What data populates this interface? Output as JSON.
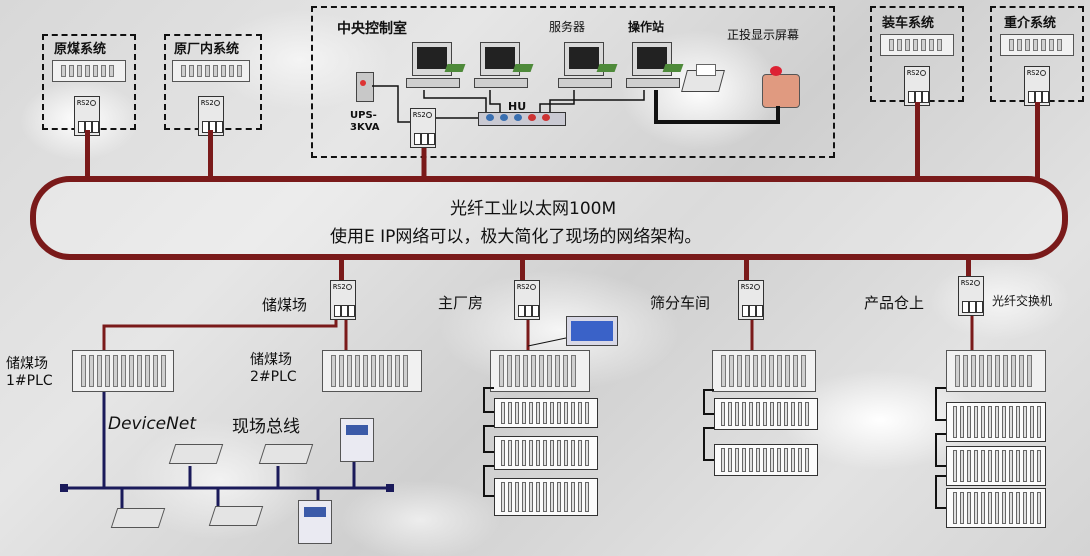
{
  "control_room": {
    "title": "中央控制室",
    "server_label": "服务器",
    "station_label": "操作站",
    "display_label": "正投显示屏幕",
    "ups_label": "UPS-\n3KVA",
    "hub_label": "HU"
  },
  "top_systems": [
    {
      "label": "原煤系统"
    },
    {
      "label": "原厂内系统"
    },
    {
      "label": "装车系统"
    },
    {
      "label": "重介系统"
    }
  ],
  "switch_label": "RS2",
  "backbone": {
    "line1": "光纤工业以太网100M",
    "line2": "使用E IP网络可以，极大简化了现场的网络架构。"
  },
  "sites": [
    {
      "label": "储煤场"
    },
    {
      "label": "主厂房"
    },
    {
      "label": "筛分车间"
    },
    {
      "label": "产品仓上"
    }
  ],
  "fiber_switch_label": "光纤交换机",
  "plc1_label": "储煤场\n1#PLC",
  "plc2_label": "储煤场\n2#PLC",
  "fieldbus": {
    "name": "DeviceNet",
    "desc": "现场总线"
  },
  "colors": {
    "backbone": "#7a1a1a",
    "bus": "#1a1a5a",
    "cable": "#111111"
  }
}
